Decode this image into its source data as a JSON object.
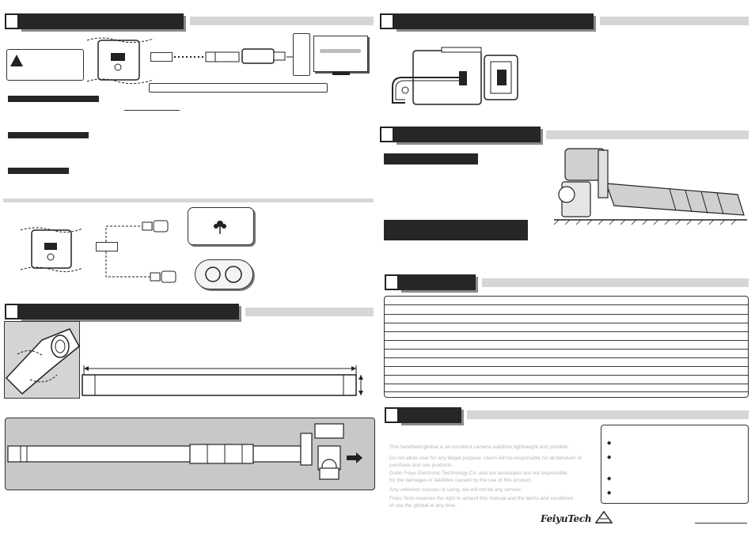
{
  "disclaimer": {
    "lines": [
      "This handheld gimbal is an excellent camera stabilizer,lightweight and portable.",
      "Do not allow user for any illegal purpose. Users will be responsible for all behavior of",
      "purchase and use products.",
      "Guilin Feiyu Electronic Technology Co. and our associates are not responsible",
      "for the damages or liabilities caused by the use of this product.",
      "Any unknown sources or using, we will not be any service.",
      "Feiyu Tech reserves the right to amend this manual and the terms and conditions",
      "of use the gimbal at any time."
    ]
  },
  "notes": {
    "bullets": [
      "◆",
      "◆",
      "◆",
      "◆"
    ]
  },
  "brand": {
    "logo_text": "FeiyuTech"
  },
  "colors": {
    "section_bar": "#262626",
    "rule": "#d6d6d6",
    "panel": "#c8c8c8",
    "ink": "#222222"
  }
}
